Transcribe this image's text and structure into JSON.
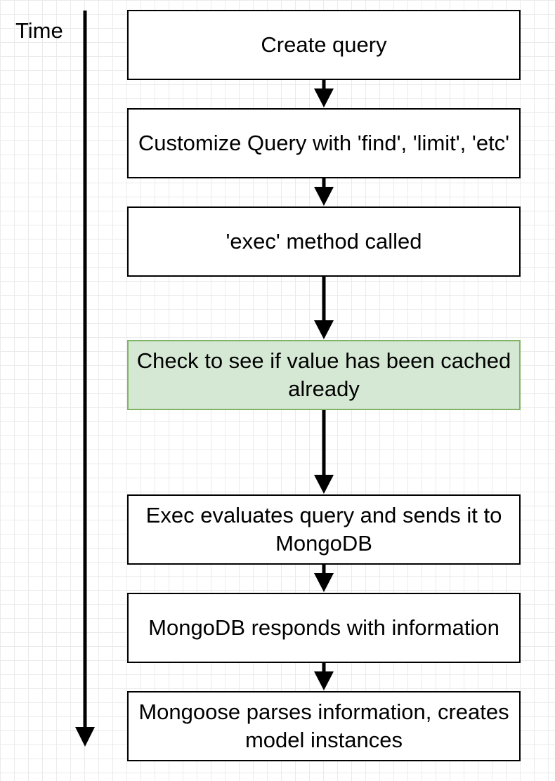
{
  "timeline": {
    "label": "Time"
  },
  "steps": [
    {
      "text": "Create query"
    },
    {
      "text": "Customize Query with 'find', 'limit', 'etc'"
    },
    {
      "text": "'exec' method called"
    },
    {
      "text": "Check to see if value has been cached already",
      "highlight_color": "#d5e8d4"
    },
    {
      "text": "Exec evaluates query and sends it to MongoDB"
    },
    {
      "text": "MongoDB responds with information"
    },
    {
      "text": "Mongoose parses information, creates model instances"
    }
  ]
}
